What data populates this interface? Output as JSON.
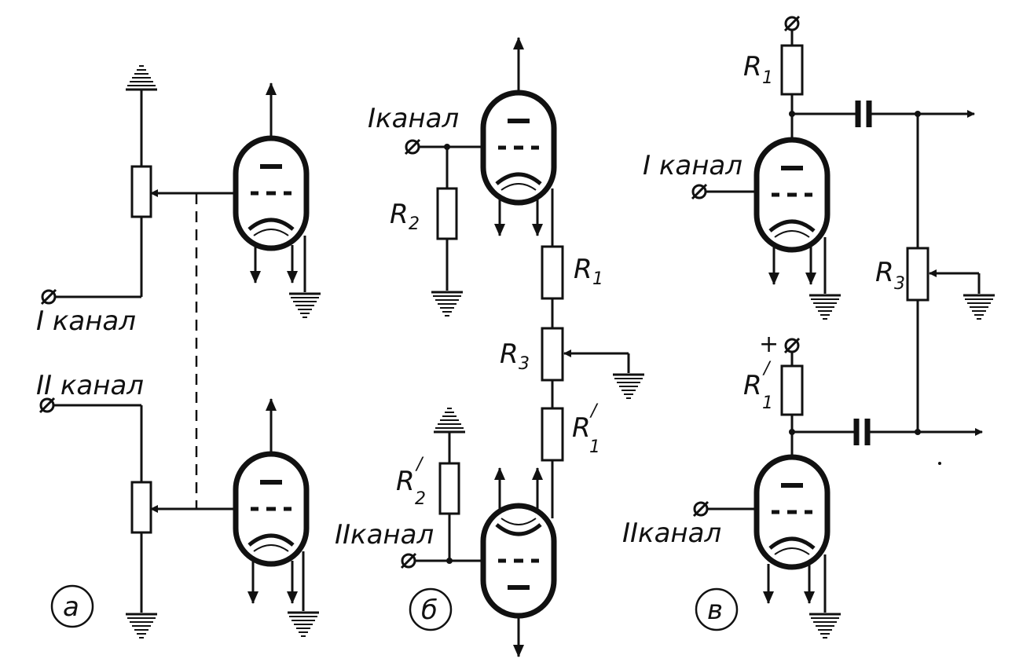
{
  "colors": {
    "ink": "#111111",
    "paper": "#ffffff"
  },
  "figure_a": {
    "ch1": "I канал",
    "ch2": "II канал",
    "caption": "а"
  },
  "figure_b": {
    "ch1": "Iканал",
    "ch2": "IIканал",
    "r2_main": "R",
    "r2_sub": "2",
    "r1_main": "R",
    "r1_sub": "1",
    "r3_main": "R",
    "r3_sub": "3",
    "r1p_main": "R",
    "r1p_sub": "1",
    "r2p_main": "R",
    "r2p_sub": "2",
    "prime": "/",
    "caption": "б"
  },
  "figure_c": {
    "ch1": "I канал",
    "ch2": "IIканал",
    "r1_main": "R",
    "r1_sub": "1",
    "r3_main": "R",
    "r3_sub": "3",
    "r1p_main": "R",
    "r1p_sub": "1",
    "prime": "/",
    "plus": "+",
    "caption": "в"
  }
}
